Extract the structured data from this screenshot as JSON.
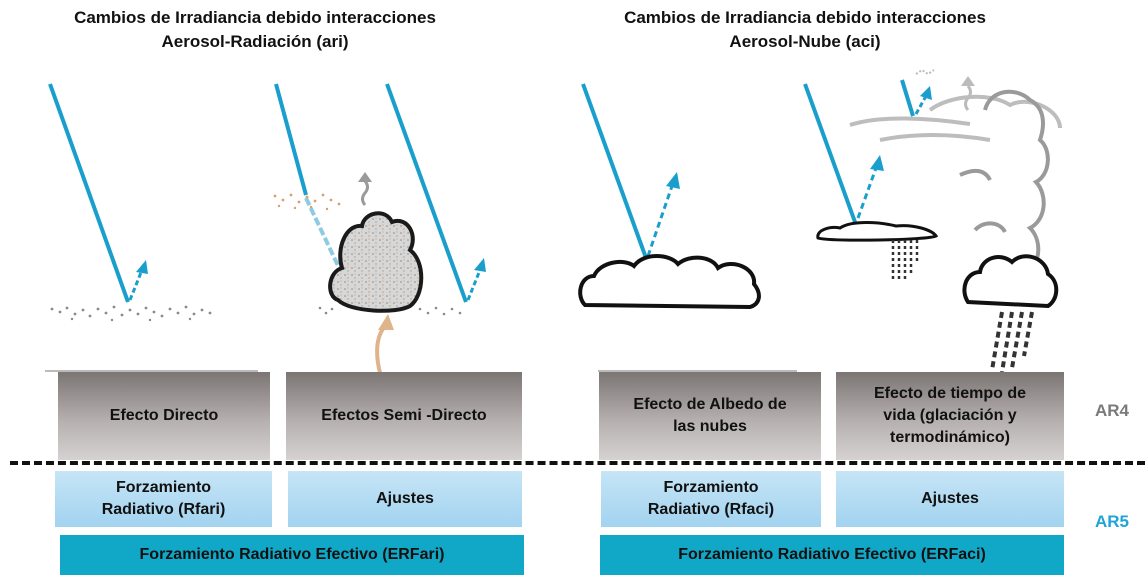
{
  "titles": {
    "left": [
      "Cambios de Irradiancia  debido interacciones",
      "Aerosol-Radiación (ari)"
    ],
    "right": [
      "Cambios de Irradiancia  debido interacciones",
      "Aerosol-Nube (aci)"
    ]
  },
  "effects": {
    "directo": [
      "Efecto Directo"
    ],
    "semi_directo": [
      "Efectos Semi -Directo"
    ],
    "albedo": [
      "Efecto de Albedo de",
      "las nubes"
    ],
    "tiempo_vida": [
      "Efecto de tiempo de",
      "vida (glaciación y",
      "termodinámico)"
    ]
  },
  "forcing": {
    "rfari": [
      "Forzamiento",
      "Radiativo (Rfari)"
    ],
    "ajustes_left": [
      "Ajustes"
    ],
    "rfaci": [
      "Forzamiento",
      "Radiativo (Rfaci)"
    ],
    "ajustes_right": [
      "Ajustes"
    ],
    "erfari": "Forzamiento Radiativo Efectivo (ERFari)",
    "erfaci": "Forzamiento Radiativo Efectivo (ERFaci)"
  },
  "report_labels": {
    "ar4": "AR4",
    "ar5": "AR5"
  },
  "colors": {
    "sunlight": "#1a9fcd",
    "aerosol_gray": "#8a8a8a",
    "aerosol_orange": "#d9a06b",
    "heat_arrow": "#e0b48a",
    "ar4_box": "#8a8584",
    "ar5_box": "#a8d6f1",
    "erf_bar": "#11a7c6",
    "ar5_label": "#1fa4d8"
  },
  "icons": [
    "sun-ray-icon",
    "reflected-ray-icon",
    "aerosol-layer-icon",
    "cloud-icon",
    "rain-icon",
    "heat-updraft-icon"
  ]
}
